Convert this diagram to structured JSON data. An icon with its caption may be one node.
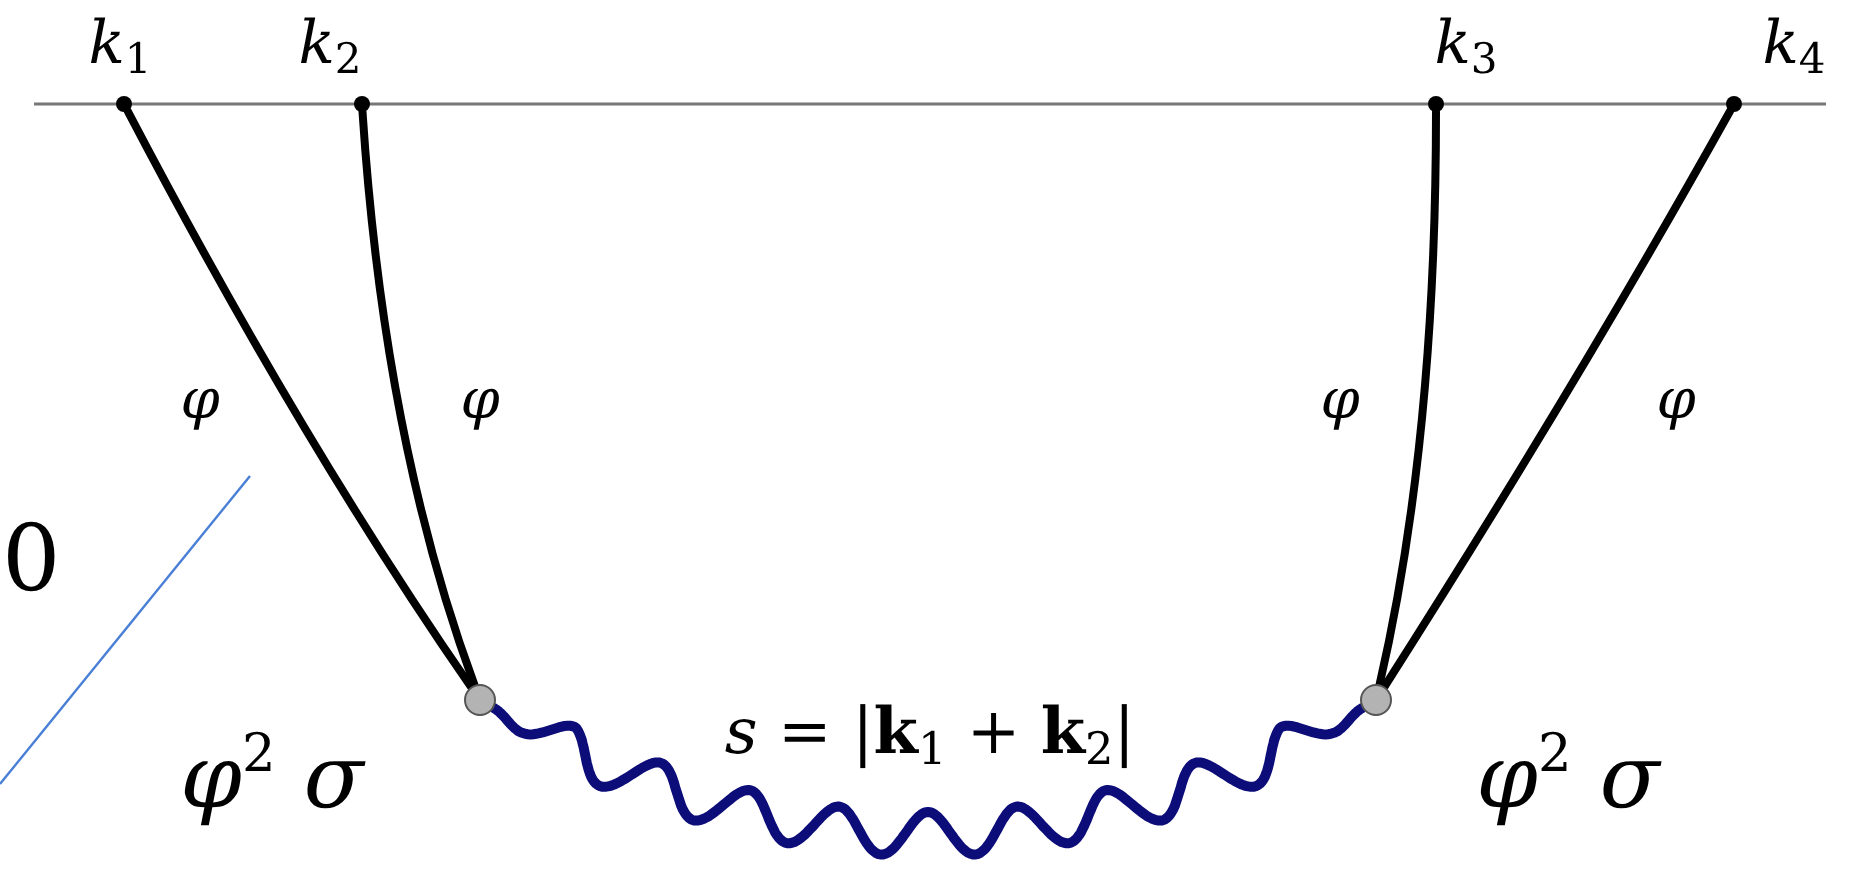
{
  "diagram": {
    "nodes": [
      {
        "text": [],
        "shape": "circle",
        "beside": [
          "*k*$_{1}$"
        ]
      },
      {
        "text": [],
        "shape": "circle",
        "beside": [
          "*k*$_{2}$"
        ]
      },
      {
        "text": [],
        "shape": "circle",
        "beside": [
          "*k*$_{3}$"
        ]
      },
      {
        "text": [],
        "shape": "circle",
        "beside": [
          "*k*$_{4}$"
        ]
      },
      {
        "text": [],
        "shape": "circle",
        "beside": [
          "*φ*$^{2}$ *σ*"
        ]
      },
      {
        "text": [],
        "shape": "circle",
        "beside": [
          "*φ*$^{2}$ *σ*"
        ]
      }
    ],
    "edges": [
      {
        "from": 0,
        "to": 4,
        "arrow": "none",
        "label": "φ"
      },
      {
        "from": 1,
        "to": 4,
        "arrow": "none",
        "label": "φ"
      },
      {
        "from": 2,
        "to": 5,
        "arrow": "none",
        "label": "φ"
      },
      {
        "from": 3,
        "to": 5,
        "arrow": "none",
        "label": "φ"
      },
      {
        "from": 4,
        "to": 5,
        "arrow": "none",
        "label": "*s* = |**k**$_{1}$ + **k**$_{2}$|",
        "color": "#0d0d7a"
      }
    ],
    "labels": [
      "0"
    ]
  }
}
